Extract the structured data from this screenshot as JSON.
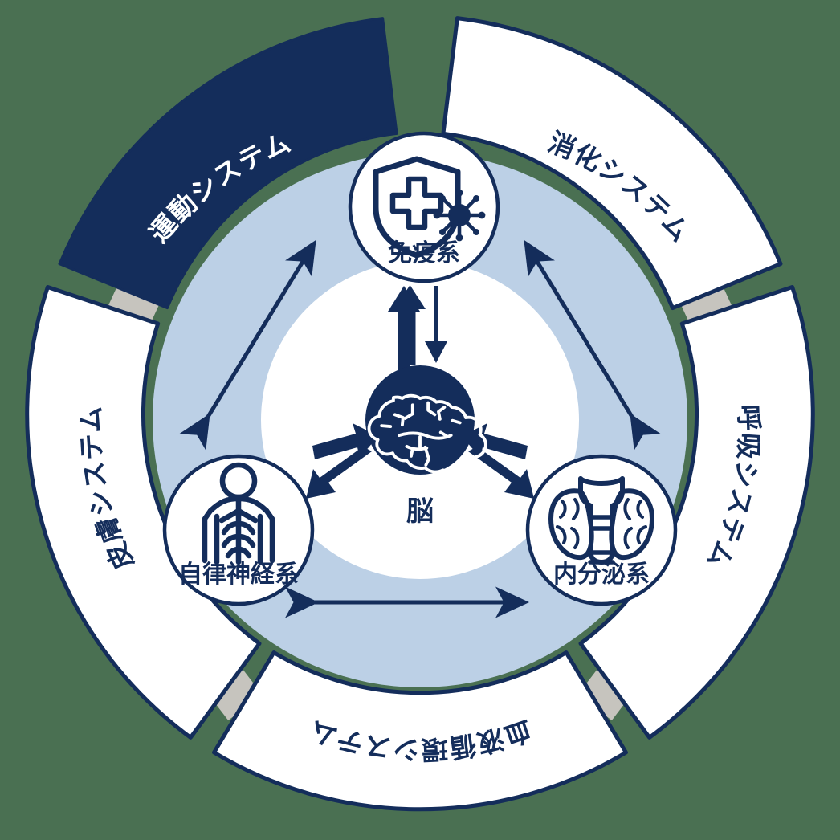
{
  "theme": {
    "background": "#4a7052",
    "navy": "#142d5b",
    "navy_dark": "#132c57",
    "light_blue": "#bcd0e6",
    "white": "#ffffff",
    "gray_tab": "#c6c4be"
  },
  "diagram": {
    "title_visible": false,
    "type": "radial-hub-and-spoke",
    "outer_segments": [
      {
        "id": "motor",
        "label": "運動システム",
        "icon": "none",
        "fill": "#142d5b",
        "text_color": "#ffffff",
        "highlighted": true,
        "position": "top-left"
      },
      {
        "id": "digestive",
        "label": "消化システム",
        "icon": "none",
        "fill": "#ffffff",
        "text_color": "#142d5b",
        "highlighted": false,
        "position": "top-right"
      },
      {
        "id": "respiratory",
        "label": "呼吸システム",
        "icon": "none",
        "fill": "#ffffff",
        "text_color": "#142d5b",
        "highlighted": false,
        "position": "right"
      },
      {
        "id": "circulatory",
        "label": "血液循環システム",
        "icon": "none",
        "fill": "#ffffff",
        "text_color": "#142d5b",
        "highlighted": false,
        "position": "bottom"
      },
      {
        "id": "skin",
        "label": "皮膚システム",
        "icon": "none",
        "fill": "#ffffff",
        "text_color": "#142d5b",
        "highlighted": false,
        "position": "left"
      }
    ],
    "center_node": {
      "id": "brain",
      "label": "脳",
      "icon": "brain-icon",
      "fill": "#142d5b",
      "icon_color": "#ffffff"
    },
    "ring_nodes": [
      {
        "id": "immune",
        "label": "免疫系",
        "icon": "shield-cross-virus-icon",
        "position": "top"
      },
      {
        "id": "autonomic",
        "label": "自律神経系",
        "icon": "nervous-system-figure-icon",
        "position": "bottom-left"
      },
      {
        "id": "endocrine",
        "label": "内分泌系",
        "icon": "thyroid-gland-icon",
        "position": "bottom-right"
      }
    ],
    "connections": [
      {
        "from": "brain",
        "to": "immune",
        "style": "bidirectional"
      },
      {
        "from": "brain",
        "to": "autonomic",
        "style": "bidirectional"
      },
      {
        "from": "brain",
        "to": "endocrine",
        "style": "bidirectional"
      },
      {
        "from": "immune",
        "to": "autonomic",
        "style": "bidirectional"
      },
      {
        "from": "immune",
        "to": "endocrine",
        "style": "bidirectional"
      },
      {
        "from": "autonomic",
        "to": "endocrine",
        "style": "bidirectional"
      }
    ]
  }
}
